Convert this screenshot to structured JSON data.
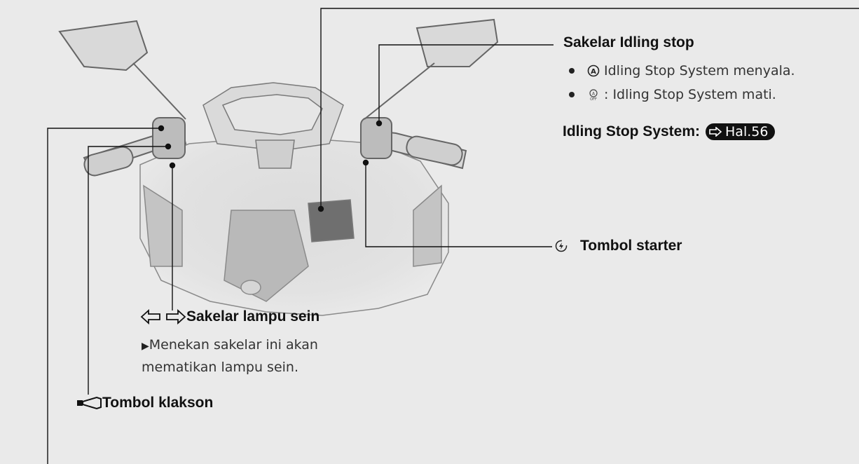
{
  "idling": {
    "title": "Sakelar Idling stop",
    "items": [
      {
        "icon": "idling-stop-on-icon",
        "text": "Idling Stop System menyala."
      },
      {
        "icon": "idling-stop-off-icon",
        "text": ": Idling Stop System mati."
      }
    ],
    "ref_label": "Idling Stop System:",
    "ref_page": "Hal.56"
  },
  "starter": {
    "icon": "starter-icon",
    "label": "Tombol starter"
  },
  "turn_signal": {
    "icon": "turn-signal-arrows-icon",
    "label": "Sakelar lampu sein",
    "note": "Menekan sakelar ini akan mematikan lampu sein."
  },
  "horn": {
    "icon": "horn-icon",
    "label": "Tombol klakson"
  },
  "colors": {
    "background": "#eaeaea",
    "text": "#111111",
    "pill": "#111111"
  }
}
